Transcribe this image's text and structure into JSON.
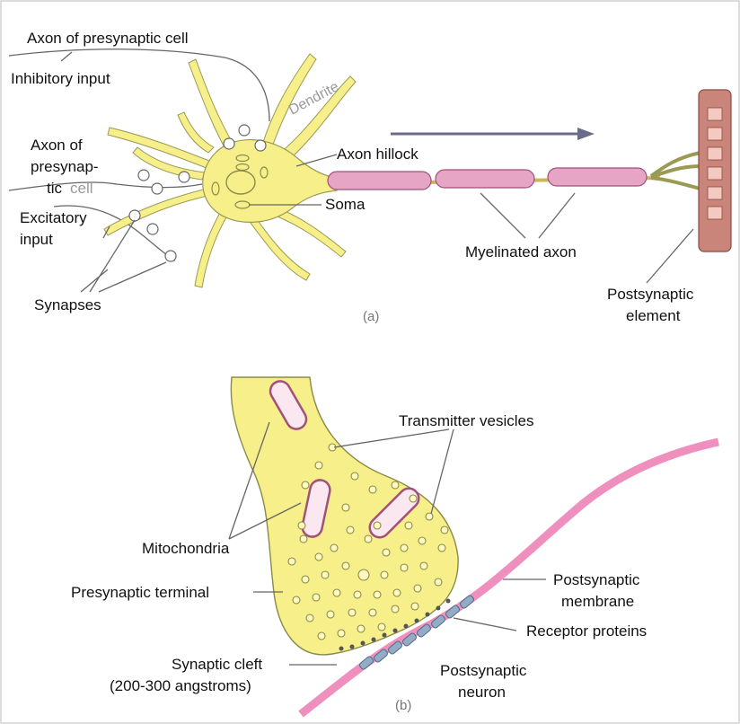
{
  "panel_a": {
    "label": "(a)",
    "labels": {
      "axon_presynaptic_top": "Axon of presynaptic cell",
      "inhibitory_input": "Inhibitory input",
      "axon_presynaptic_left_1": "Axon of",
      "axon_presynaptic_left_2": "presynap-",
      "axon_presynaptic_left_3a": "tic",
      "axon_presynaptic_left_3b": "cell",
      "excitatory_input_1": "Excitatory",
      "excitatory_input_2": "input",
      "synapses": "Synapses",
      "dendrite": "Dendrite",
      "axon_hillock": "Axon hillock",
      "soma": "Soma",
      "myelinated_axon": "Myelinated axon",
      "postsynaptic_element_1": "Postsynaptic",
      "postsynaptic_element_2": "element"
    }
  },
  "panel_b": {
    "label": "(b)",
    "labels": {
      "transmitter_vesicles": "Transmitter vesicles",
      "mitochondria": "Mitochondria",
      "presynaptic_terminal": "Presynaptic terminal",
      "postsynaptic_membrane_1": "Postsynaptic",
      "postsynaptic_membrane_2": "membrane",
      "receptor_proteins": "Receptor proteins",
      "synaptic_cleft_1": "Synaptic cleft",
      "synaptic_cleft_2": "(200-300 angstroms)",
      "postsynaptic_neuron_1": "Postsynaptic",
      "postsynaptic_neuron_2": "neuron"
    }
  },
  "colors": {
    "cell_fill": "#f7f08a",
    "cell_outline": "#8a8a4a",
    "myelin": "#e7a5c6",
    "myelin_outline": "#a0527a",
    "membrane": "#ef8fbd",
    "receptor": "#93acc6",
    "postsynaptic_column": "#c9857a",
    "arrow": "#6b6b8a"
  }
}
